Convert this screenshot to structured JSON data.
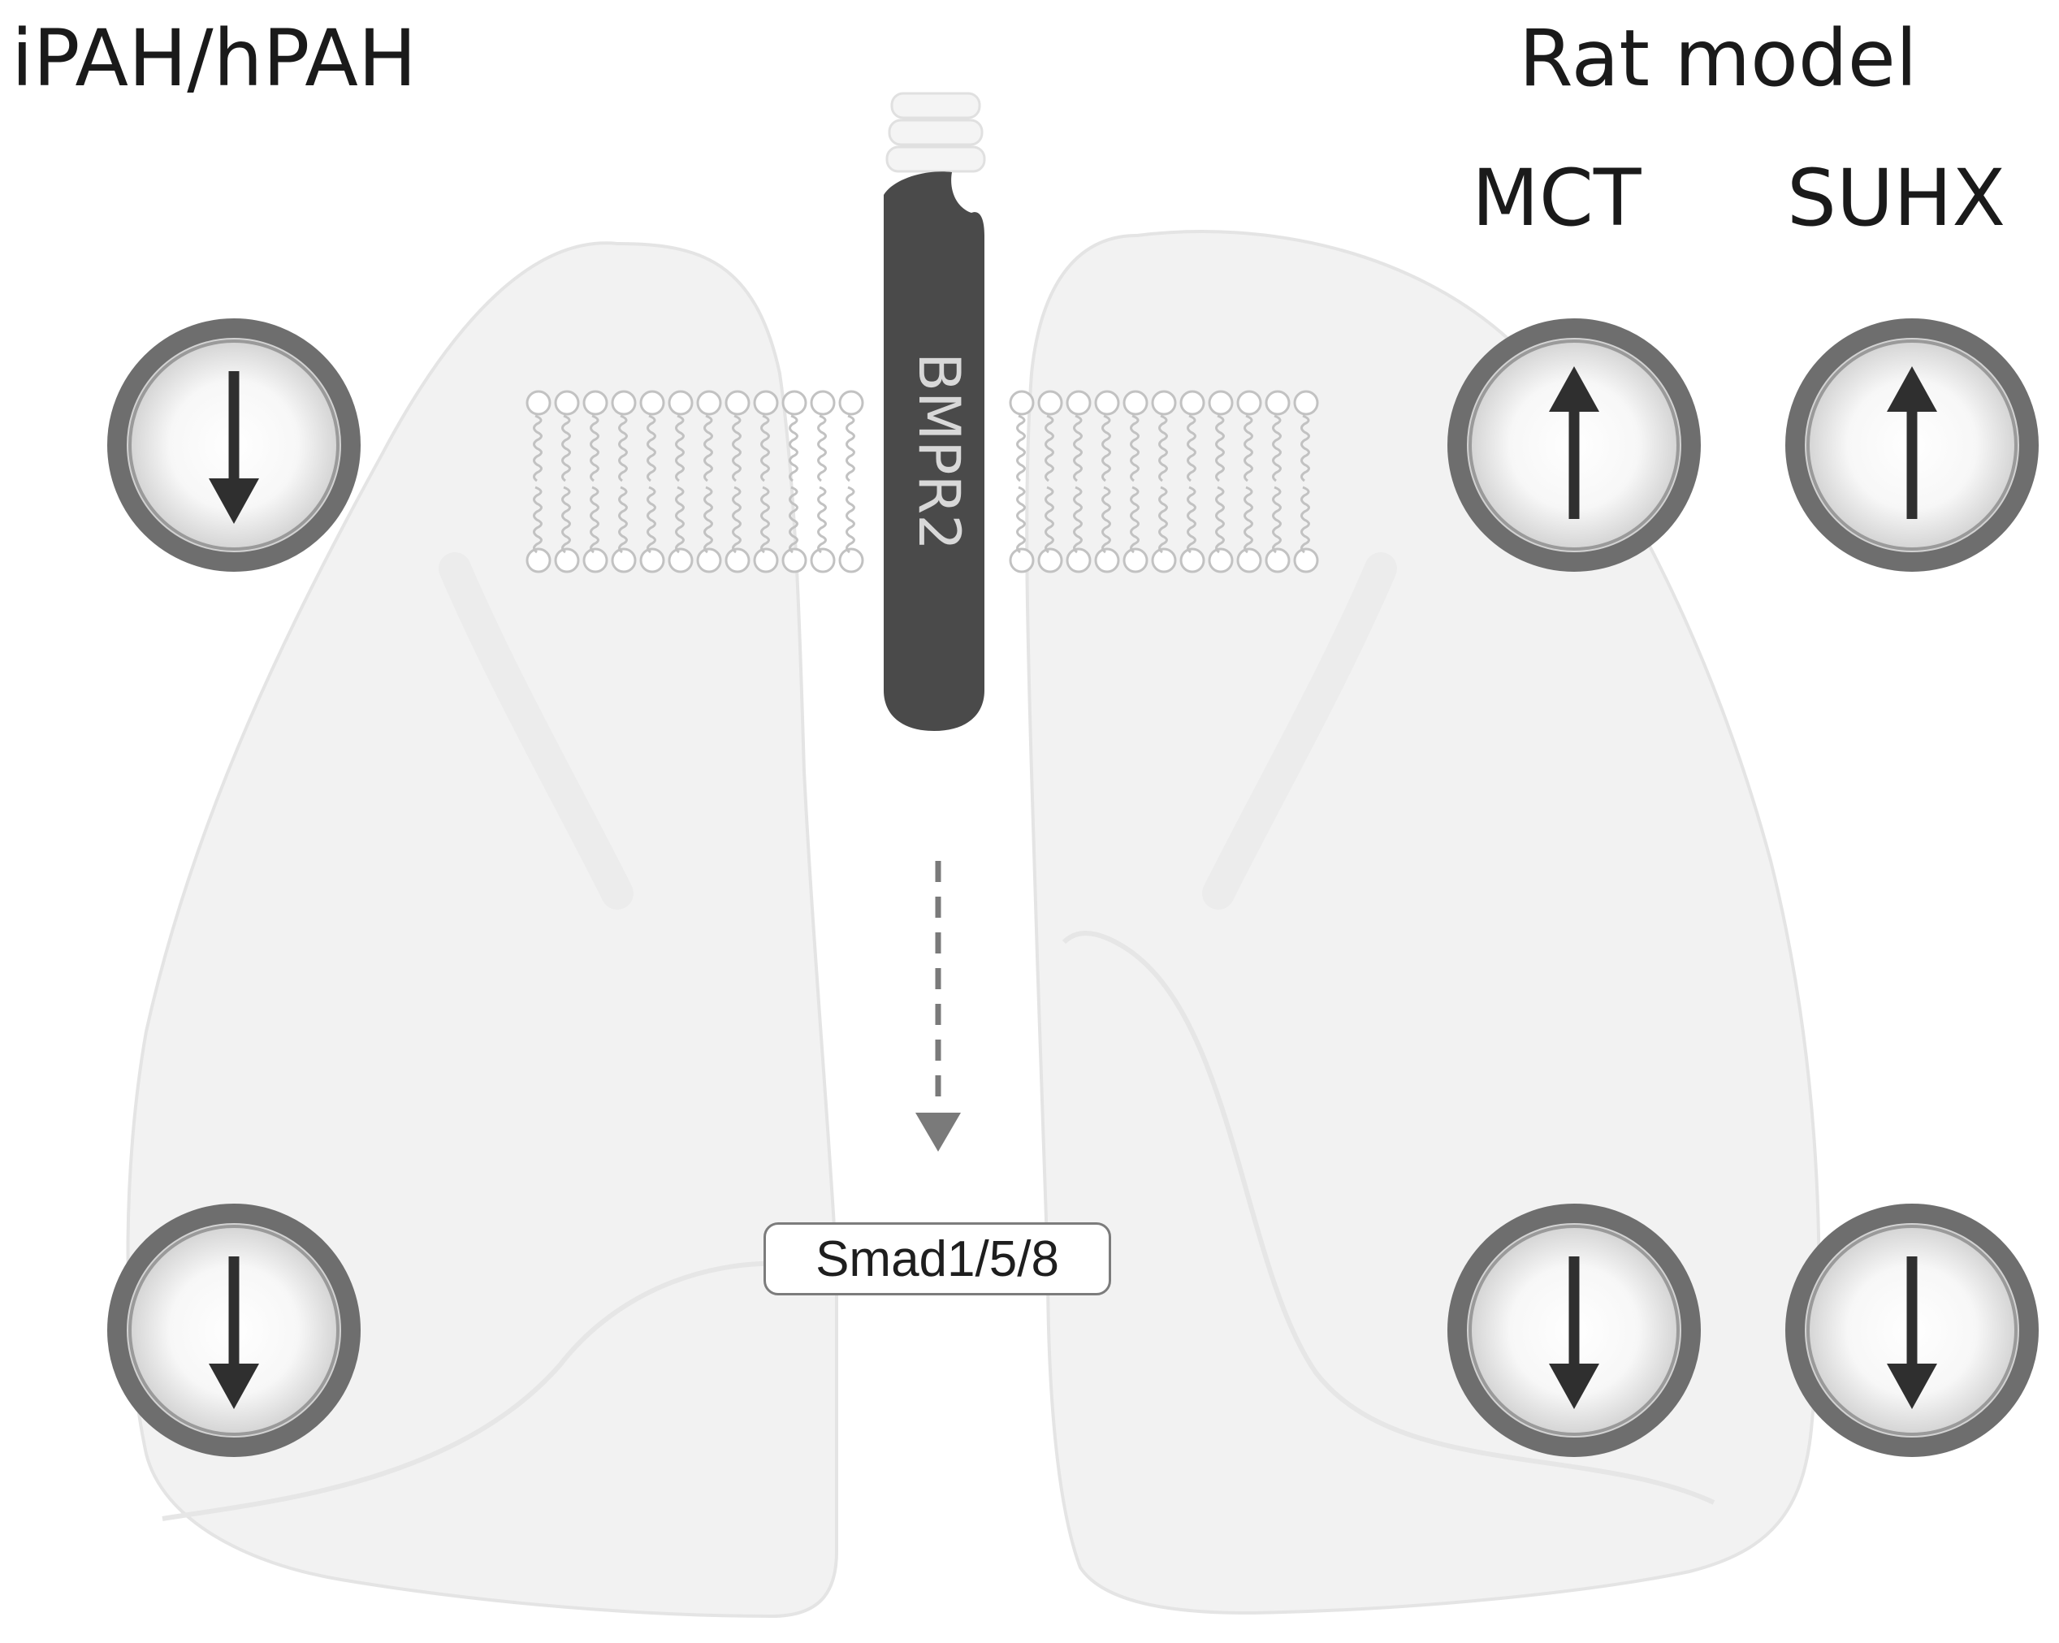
{
  "labels": {
    "human_group": "iPAH/hPAH",
    "rat_group": "Rat model",
    "mct": "MCT",
    "suhx": "SUHX",
    "receptor": "BMPR2",
    "downstream": "Smad1/5/8"
  },
  "indicators": [
    {
      "id": "human-top",
      "group": "iPAH/hPAH",
      "direction": "down"
    },
    {
      "id": "human-bottom",
      "group": "iPAH/hPAH",
      "direction": "down"
    },
    {
      "id": "mct-top",
      "group": "MCT",
      "direction": "up"
    },
    {
      "id": "mct-bottom",
      "group": "MCT",
      "direction": "down"
    },
    {
      "id": "suhx-top",
      "group": "SUHX",
      "direction": "up"
    },
    {
      "id": "suhx-bottom",
      "group": "SUHX",
      "direction": "down"
    }
  ],
  "colors": {
    "lung_fill": "#f2f2f2",
    "receptor_fill": "#4a4a4a",
    "ring": "#6e6e6e",
    "arrow": "#2f2f2f",
    "membrane_stroke": "#c2c2c2",
    "dashed_arrow": "#7a7a7a"
  }
}
